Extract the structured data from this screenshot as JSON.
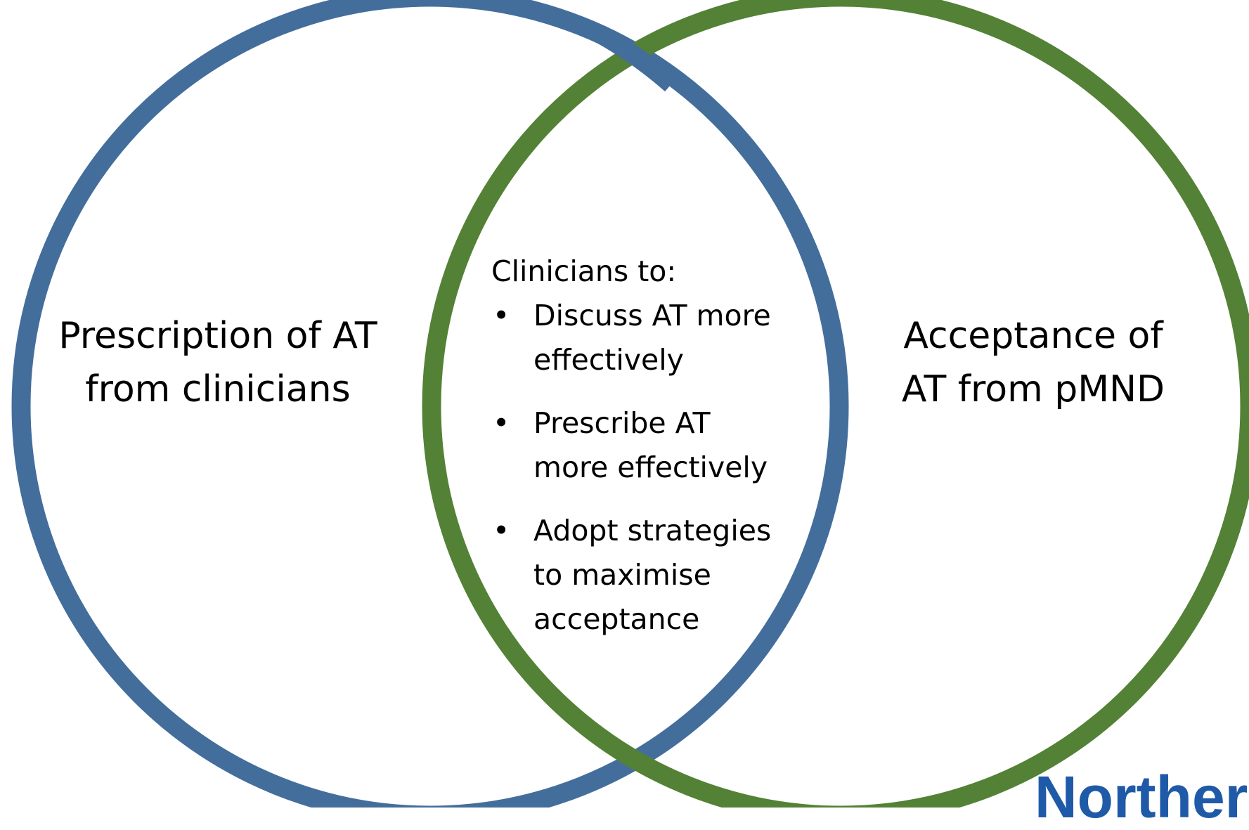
{
  "colors": {
    "left_circle": "#436e9c",
    "right_circle": "#538135",
    "logo": "#1f5aa8",
    "text": "#000000",
    "background": "#ffffff"
  },
  "left": {
    "line1": "Prescription of AT",
    "line2": "from clinicians"
  },
  "right": {
    "line1": "Acceptance of",
    "line2": "AT from pMND"
  },
  "overlap": {
    "heading": "Clinicians to:",
    "bullet": "•",
    "items": [
      {
        "line1": "Discuss AT more",
        "line2": "effectively",
        "line3": ""
      },
      {
        "line1": "Prescribe AT",
        "line2": "more effectively",
        "line3": ""
      },
      {
        "line1": "Adopt strategies",
        "line2": "to maximise",
        "line3": "acceptance"
      }
    ]
  },
  "logo": {
    "text": "Norther"
  }
}
